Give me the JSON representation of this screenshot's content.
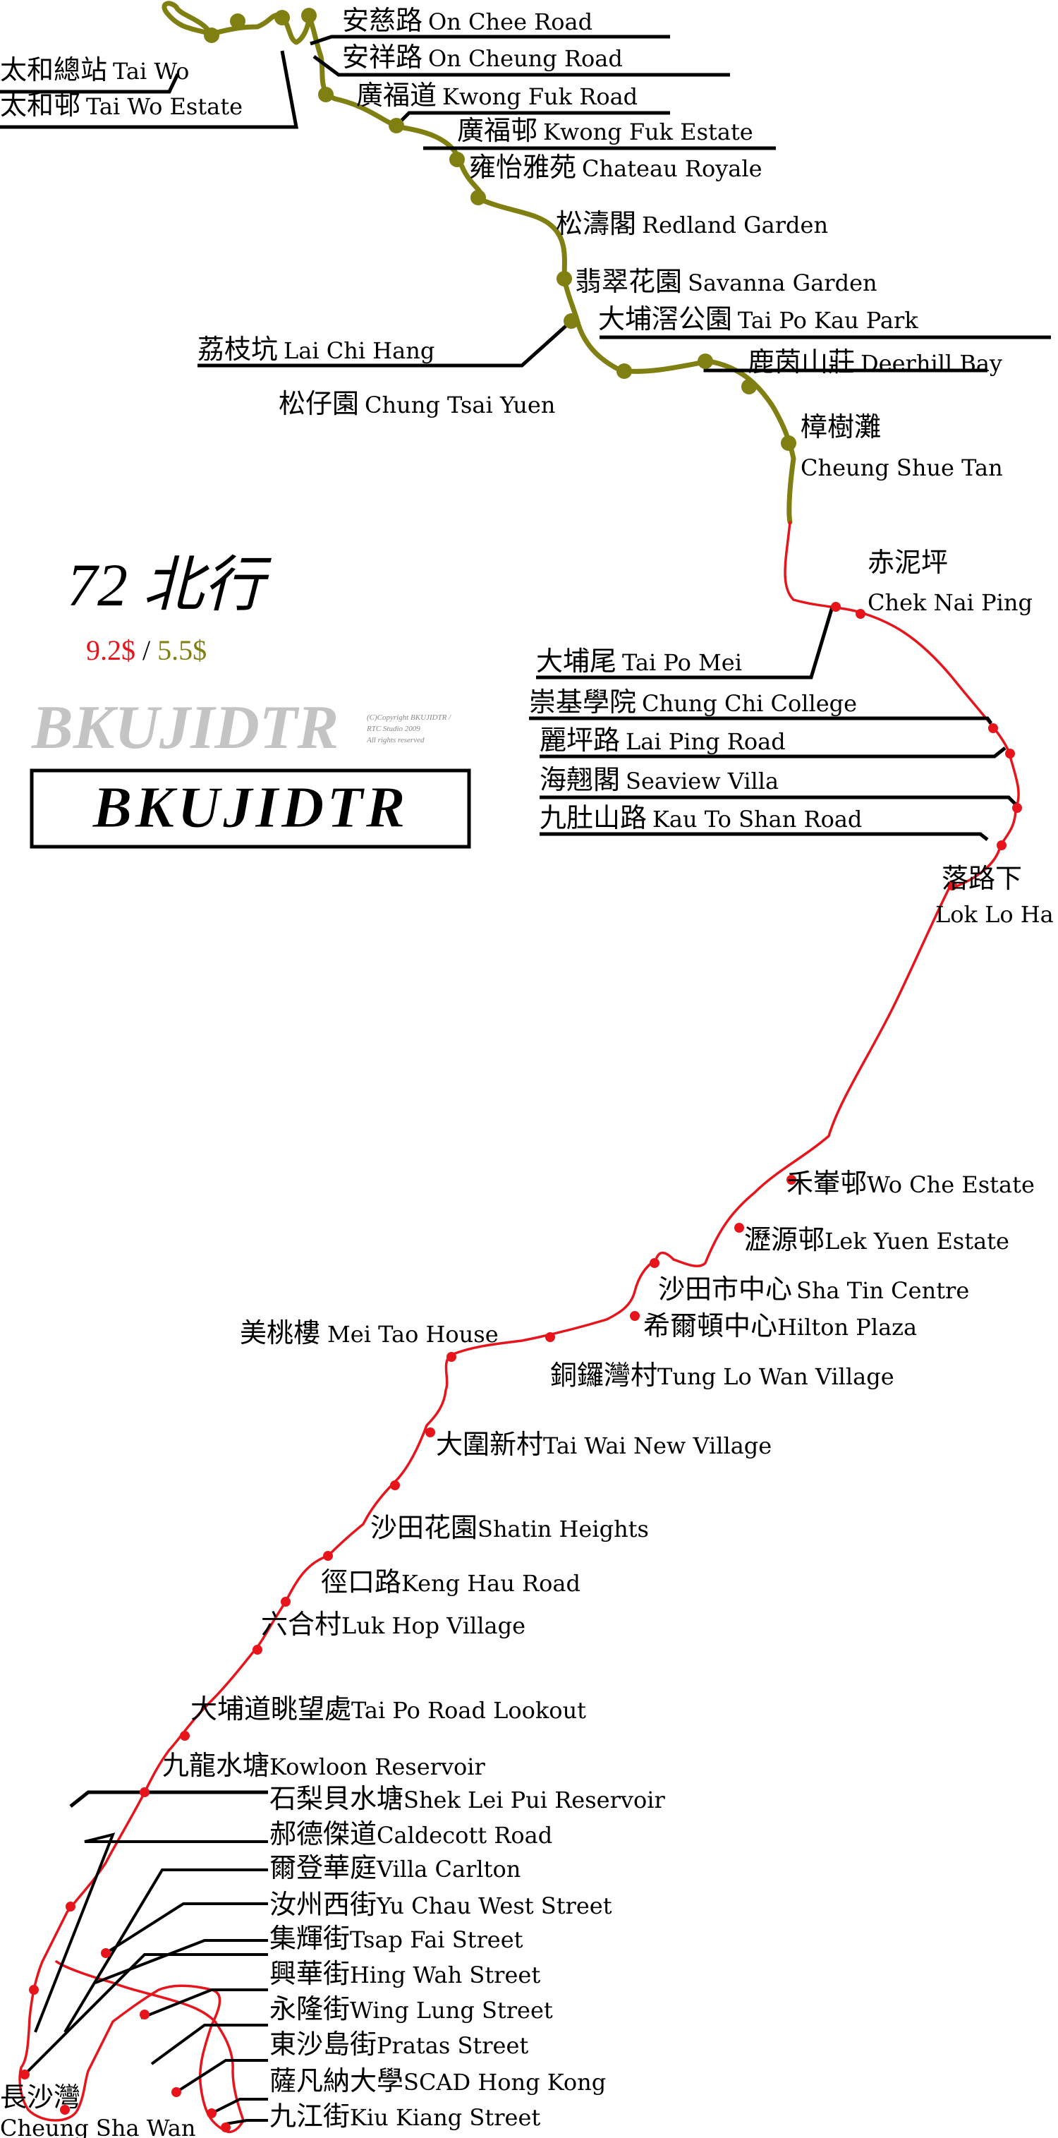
{
  "title": "72 北行",
  "fares": {
    "red": "9.2$",
    "separator": " / ",
    "olive": "5.5$"
  },
  "colors": {
    "red_line": "#e8141c",
    "olive_line": "#7f7f12",
    "leader": "#000000",
    "watermark": "#c4c4c4"
  },
  "watermark": {
    "text": "BKUJIDTR",
    "copyright_lines": [
      "(C)Copyright BKUJIDTR /",
      "RTC Studio  2009",
      "All rights reserved"
    ]
  },
  "logo_text": "BKUJIDTR",
  "stations": [
    {
      "zh": "太和總站",
      "en": "Tai Wo"
    },
    {
      "zh": "太和邨",
      "en": "Tai Wo Estate"
    },
    {
      "zh": "安慈路",
      "en": "On Chee Road"
    },
    {
      "zh": "安祥路",
      "en": "On Cheung Road"
    },
    {
      "zh": "廣福道",
      "en": "Kwong Fuk Road"
    },
    {
      "zh": "廣福邨",
      "en": "Kwong Fuk Estate"
    },
    {
      "zh": "雍怡雅苑",
      "en": "Chateau Royale"
    },
    {
      "zh": "松濤閣",
      "en": "Redland Garden"
    },
    {
      "zh": "翡翠花園",
      "en": "Savanna Garden"
    },
    {
      "zh": "大埔滘公園",
      "en": "Tai Po Kau Park"
    },
    {
      "zh": "荔枝坑",
      "en": "Lai Chi Hang"
    },
    {
      "zh": "鹿茵山莊",
      "en": "Deerhill Bay"
    },
    {
      "zh": "松仔園",
      "en": "Chung Tsai Yuen"
    },
    {
      "zh": "樟樹灘",
      "en": "Cheung Shue Tan"
    },
    {
      "zh": "赤泥坪",
      "en": "Chek Nai Ping"
    },
    {
      "zh": "大埔尾",
      "en": "Tai Po Mei"
    },
    {
      "zh": "崇基學院",
      "en": "Chung Chi College"
    },
    {
      "zh": "麗坪路",
      "en": "Lai Ping Road"
    },
    {
      "zh": "海翹閣",
      "en": "Seaview Villa"
    },
    {
      "zh": "九肚山路",
      "en": "Kau To Shan Road"
    },
    {
      "zh": "落路下",
      "en": "Lok Lo Ha"
    },
    {
      "zh": "禾輋邨",
      "en": "Wo Che Estate"
    },
    {
      "zh": "瀝源邨",
      "en": "Lek Yuen Estate"
    },
    {
      "zh": "沙田市中心",
      "en": "Sha Tin Centre"
    },
    {
      "zh": "希爾頓中心",
      "en": "Hilton Plaza"
    },
    {
      "zh": "美桃樓",
      "en": "Mei Tao House"
    },
    {
      "zh": "銅鑼灣村",
      "en": "Tung Lo Wan Village"
    },
    {
      "zh": "大圍新村",
      "en": "Tai Wai New Village"
    },
    {
      "zh": "沙田花園",
      "en": "Shatin Heights"
    },
    {
      "zh": "徑口路",
      "en": "Keng Hau Road"
    },
    {
      "zh": "六合村",
      "en": "Luk Hop Village"
    },
    {
      "zh": "大埔道眺望處",
      "en": "Tai Po Road Lookout"
    },
    {
      "zh": "九龍水塘",
      "en": "Kowloon Reservoir"
    },
    {
      "zh": "石梨貝水塘",
      "en": "Shek Lei Pui Reservoir"
    },
    {
      "zh": "郝德傑道",
      "en": "Caldecott Road"
    },
    {
      "zh": "爾登華庭",
      "en": "Villa Carlton"
    },
    {
      "zh": "汝州西街",
      "en": "Yu Chau West Street"
    },
    {
      "zh": "集輝街",
      "en": "Tsap Fai Street"
    },
    {
      "zh": "興華街",
      "en": "Hing Wah Street"
    },
    {
      "zh": "永隆街",
      "en": "Wing Lung Street"
    },
    {
      "zh": "東沙島街",
      "en": "Pratas Street"
    },
    {
      "zh": "薩凡納大學",
      "en": "SCAD Hong Kong"
    },
    {
      "zh": "九江街",
      "en": "Kiu Kiang Street"
    },
    {
      "zh": "長沙灣",
      "en": "Cheung Sha Wan"
    }
  ]
}
